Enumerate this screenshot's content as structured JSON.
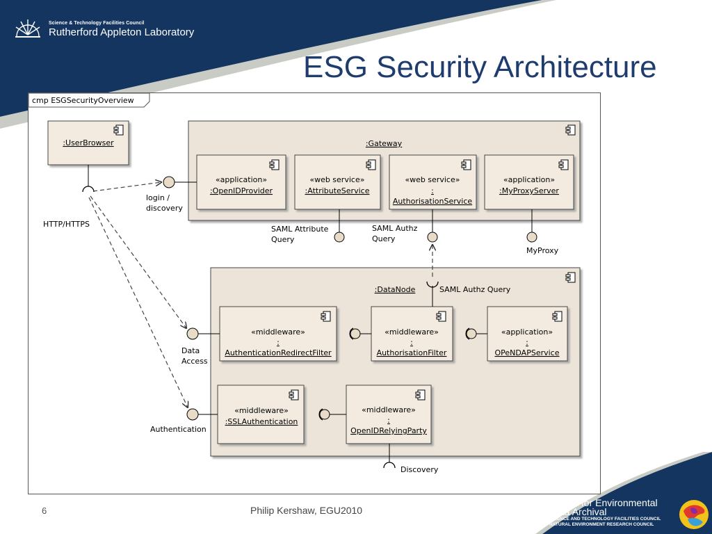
{
  "header": {
    "logo_sub": "Science & Technology Facilities Council",
    "logo_main": "Rutherford Appleton Laboratory",
    "title": "ESG Security Architecture"
  },
  "diagram": {
    "frame_label": "cmp ESGSecurityOverview",
    "components": {
      "user_browser": {
        "name": ":UserBrowser"
      },
      "gateway": {
        "name": ":Gateway"
      },
      "openid_provider": {
        "stereotype": "«application»",
        "name": ":OpenIDProvider"
      },
      "attribute_service": {
        "stereotype": "«web service»",
        "name": ":AttributeService"
      },
      "authorisation_service": {
        "stereotype": "«web service»",
        "colon": ":",
        "name": "AuthorisationService"
      },
      "myproxy_server": {
        "stereotype": "«application»",
        "name": ":MyProxyServer"
      },
      "data_node": {
        "name": ":DataNode"
      },
      "auth_redirect_filter": {
        "stereotype": "«middleware»",
        "colon": ":",
        "name": "AuthenticationRedirectFilter"
      },
      "authorisation_filter": {
        "stereotype": "«middleware»",
        "colon": ":",
        "name": "AuthorisationFilter"
      },
      "opendap_service": {
        "stereotype": "«application»",
        "colon": ":",
        "name": "OPeNDAPService"
      },
      "ssl_authentication": {
        "stereotype": "«middleware»",
        "name": ":SSLAuthentication"
      },
      "openid_relying_party": {
        "stereotype": "«middleware»",
        "colon": ":",
        "name": "OpenIDRelyingParty"
      }
    },
    "labels": {
      "login_line1": "login /",
      "login_line2": "discovery",
      "http": "HTTP/HTTPS",
      "saml_attr_line1": "SAML Attribute",
      "saml_attr_line2": "Query",
      "saml_authz_line1": "SAML Authz",
      "saml_authz_line2": "Query",
      "myproxy": "MyProxy",
      "saml_authz_query": "SAML Authz Query",
      "data_access_line1": "Data",
      "data_access_line2": "Access",
      "authentication": "Authentication",
      "discovery": "Discovery"
    }
  },
  "footer": {
    "slide_number": "6",
    "author": "Philip Kershaw, EGU2010",
    "ceda_line1": "Centre for Environmental",
    "ceda_line2": "Data Archival",
    "ceda_line3": "SCIENCE AND TECHNOLOGY FACILITIES COUNCIL",
    "ceda_line4": "NATURAL ENVIRONMENT RESEARCH COUNCIL"
  },
  "colors": {
    "navy": "#14355f",
    "title_blue": "#1f3c6e",
    "component_fill": "#f3ebe0",
    "node_fill": "#ece4d8",
    "interface_fill": "#e8dcc8"
  }
}
